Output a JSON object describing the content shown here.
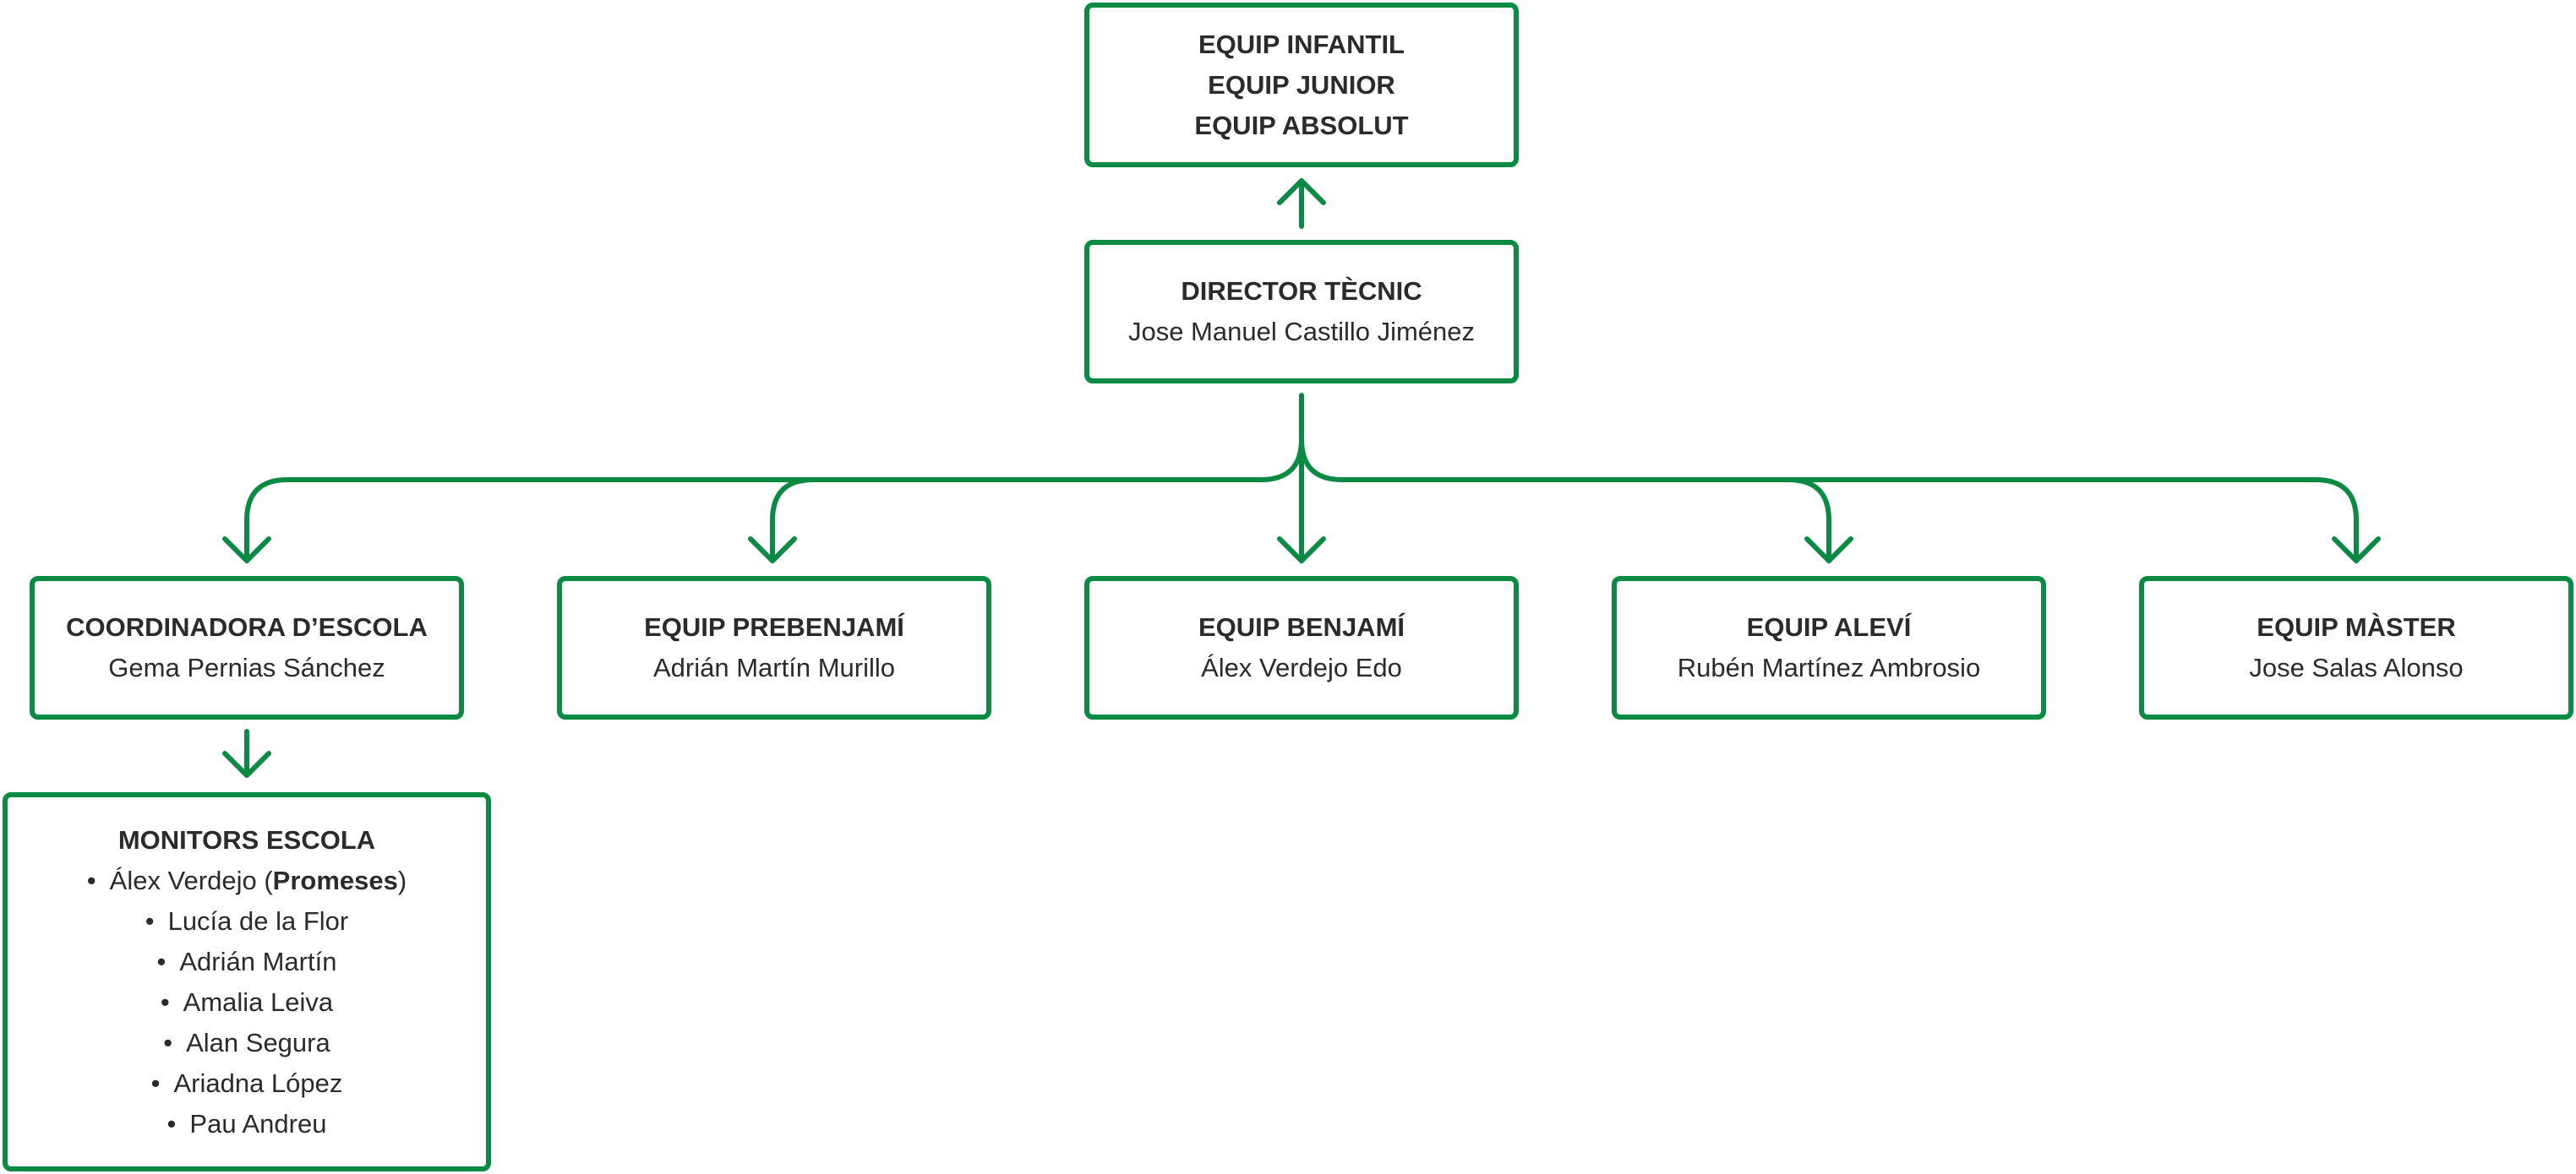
{
  "theme": {
    "line_color": "#0b8a43",
    "text_color": "#2b2b2b",
    "background": "#ffffff"
  },
  "top_box": {
    "lines": [
      "EQUIP INFANTIL",
      "EQUIP JUNIOR",
      "EQUIP ABSOLUT"
    ]
  },
  "director": {
    "title": "DIRECTOR TÈCNIC",
    "name": "Jose Manuel Castillo Jiménez"
  },
  "coordinadora": {
    "title": "COORDINADORA D’ESCOLA",
    "name": "Gema Pernias Sánchez"
  },
  "prebenjami": {
    "title": "EQUIP PREBENJAMÍ",
    "name": "Adrián Martín Murillo"
  },
  "benjami": {
    "title": "EQUIP BENJAMÍ",
    "name": "Álex Verdejo Edo"
  },
  "alevi": {
    "title": "EQUIP ALEVÍ",
    "name": "Rubén Martínez Ambrosio"
  },
  "master": {
    "title": "EQUIP MÀSTER",
    "name": "Jose Salas Alonso"
  },
  "monitors": {
    "title": "MONITORS ESCOLA",
    "bullet": "•",
    "first": {
      "name": "Álex Verdejo",
      "open": "(",
      "tag": "Promeses",
      "close": ")"
    },
    "others": [
      "Lucía de la Flor",
      "Adrián Martín",
      "Amalia Leiva",
      "Alan Segura",
      "Ariadna López",
      "Pau Andreu"
    ]
  }
}
